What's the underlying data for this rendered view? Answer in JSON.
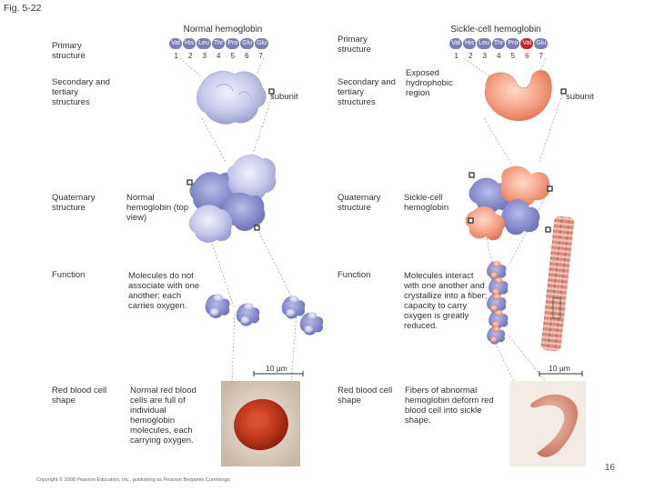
{
  "figure_label": "Fig. 5-22",
  "normal": {
    "title": "Normal hemoglobin",
    "amino_acids": [
      "Val",
      "His",
      "Leu",
      "Thr",
      "Pro",
      "Glu",
      "Glu"
    ],
    "positions": [
      "1",
      "2",
      "3",
      "4",
      "5",
      "6",
      "7"
    ],
    "subunit_label": "subunit",
    "quaternary_label": "Normal hemoglobin (top view)",
    "function_text": "Molecules do not associate with one another; each carries oxygen.",
    "cell_text": "Normal red blood cells are full of individual hemoglobin molecules, each carrying oxygen.",
    "scale": "10 µm"
  },
  "sickle": {
    "title": "Sickle-cell hemoglobin",
    "amino_acids": [
      "Val",
      "His",
      "Leu",
      "Thr",
      "Pro",
      "Val",
      "Glu"
    ],
    "mutated_index": 5,
    "positions": [
      "1",
      "2",
      "3",
      "4",
      "5",
      "6",
      "7"
    ],
    "exposed_label": "Exposed hydrophobic region",
    "subunit_label": "subunit",
    "quaternary_label": "Sickle-cell hemoglobin",
    "function_text": "Molecules interact with one another and crystallize into a fiber; capacity to carry oxygen is greatly reduced.",
    "cell_text": "Fibers of abnormal hemoglobin deform red blood cell into sickle shape.",
    "scale": "10 µm"
  },
  "row_labels": {
    "primary": "Primary structure",
    "secondary": "Secondary and tertiary structures",
    "quaternary": "Quaternary structure",
    "function": "Function",
    "cell": "Red blood cell shape"
  },
  "page_number": "16",
  "copyright": "Copyright © 2008 Pearson Education, Inc., publishing as Pearson Benjamin Cummings."
}
